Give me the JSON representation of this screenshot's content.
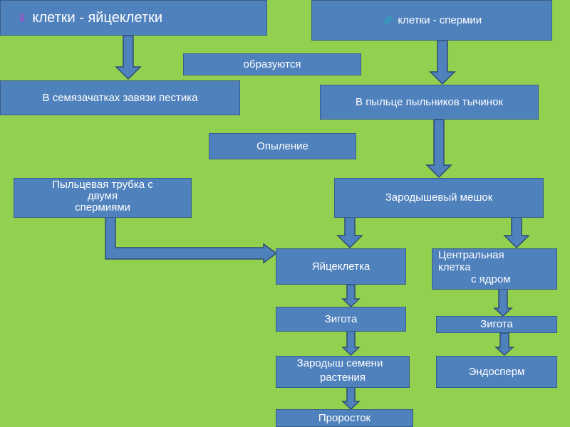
{
  "nodes": {
    "female_cells": {
      "symbol": "♀",
      "symbol_color": "#cc33cc",
      "text": "клетки - яйцеклетки"
    },
    "male_cells": {
      "symbol": "♂",
      "symbol_color": "#00c8b0",
      "text": "клетки - спермии"
    },
    "formed": "образуются",
    "ovule_location": "В семязачатках завязи пестика",
    "pollen_location": "В пыльце пыльников тычинок",
    "pollination": "Опыление",
    "pollen_tube": [
      "Пыльцевая трубка с",
      "двумя",
      "спермиями"
    ],
    "embryo_sac": "Зародышевый мешок",
    "egg_cell": "Яйцеклетка",
    "central_cell": [
      "Центральная",
      "клетка",
      "с ядром"
    ],
    "zygote_left": "Зигота",
    "zygote_right": "Зигота",
    "seed_embryo": [
      "Зародыш семени",
      "растения"
    ],
    "endosperm": "Эндосперм",
    "sprout": "Проросток"
  },
  "colors": {
    "background": "#92d050",
    "box_fill": "#4f81bd",
    "box_border": "#385d8a",
    "text": "#ffffff"
  }
}
